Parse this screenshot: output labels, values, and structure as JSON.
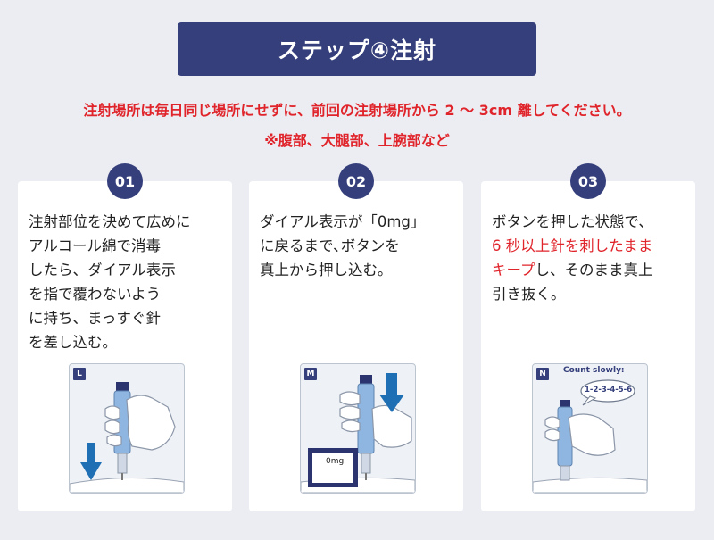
{
  "title": "ステップ④注射",
  "notes": {
    "line1": "注射場所は毎日同じ場所にせずに、前回の注射場所から 2 〜 3cm 離してください。",
    "line2": "※腹部、大腿部、上腕部など"
  },
  "steps": [
    {
      "number": "01",
      "lines": [
        "注射部位を決めて広めに",
        "アルコール綿で消毒",
        "したら、ダイアル表示",
        "を指で覆わないよう",
        "に持ち、まっすぐ針",
        "を差し込む。"
      ],
      "illustration_label": "L"
    },
    {
      "number": "02",
      "lines": [
        "ダイアル表示が「0mg」",
        "に戻るまで､ボタンを",
        "真上から押し込む｡"
      ],
      "illustration_label": "M",
      "dose_display": "0mg"
    },
    {
      "number": "03",
      "line1": "ボタンを押した状態で、",
      "line2_red": "6 秒以上針を刺したまま",
      "line3_red": "キープ",
      "line3_rest": "し、そのまま真上",
      "line4": "引き抜く。",
      "illustration_label": "N",
      "count_caption": "Count slowly:",
      "count_sequence": "1-2-3-4-5-6"
    }
  ],
  "colors": {
    "navy": "#353f7c",
    "red": "#e0242b",
    "arrow_blue": "#1f6fb5",
    "pen_blue": "#8fb6e0",
    "background": "#ecedf2"
  },
  "icons": [
    "down-arrow-icon",
    "injection-pen-icon",
    "hand-icon",
    "speech-bubble-icon"
  ]
}
